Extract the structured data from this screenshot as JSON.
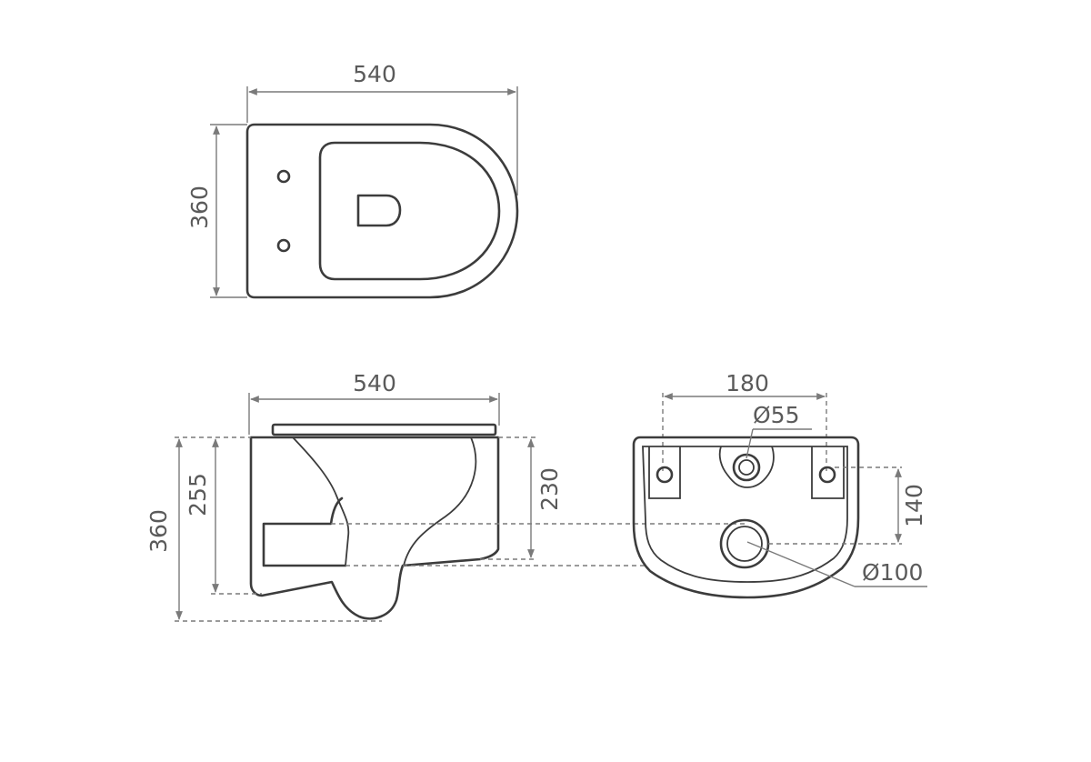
{
  "top_view": {
    "width_label": "540",
    "depth_label": "360"
  },
  "side_view": {
    "width_label": "540",
    "total_height_label": "360",
    "height_255_label": "255",
    "height_230_label": "230"
  },
  "rear_view": {
    "spacing_label": "180",
    "inlet_diameter_label": "Ø55",
    "outlet_height_label": "140",
    "outlet_diameter_label": "Ø100"
  },
  "colors": {
    "outline": "#3c3c3c",
    "dimension": "#7a7a7a",
    "text": "#5a5a5a"
  }
}
